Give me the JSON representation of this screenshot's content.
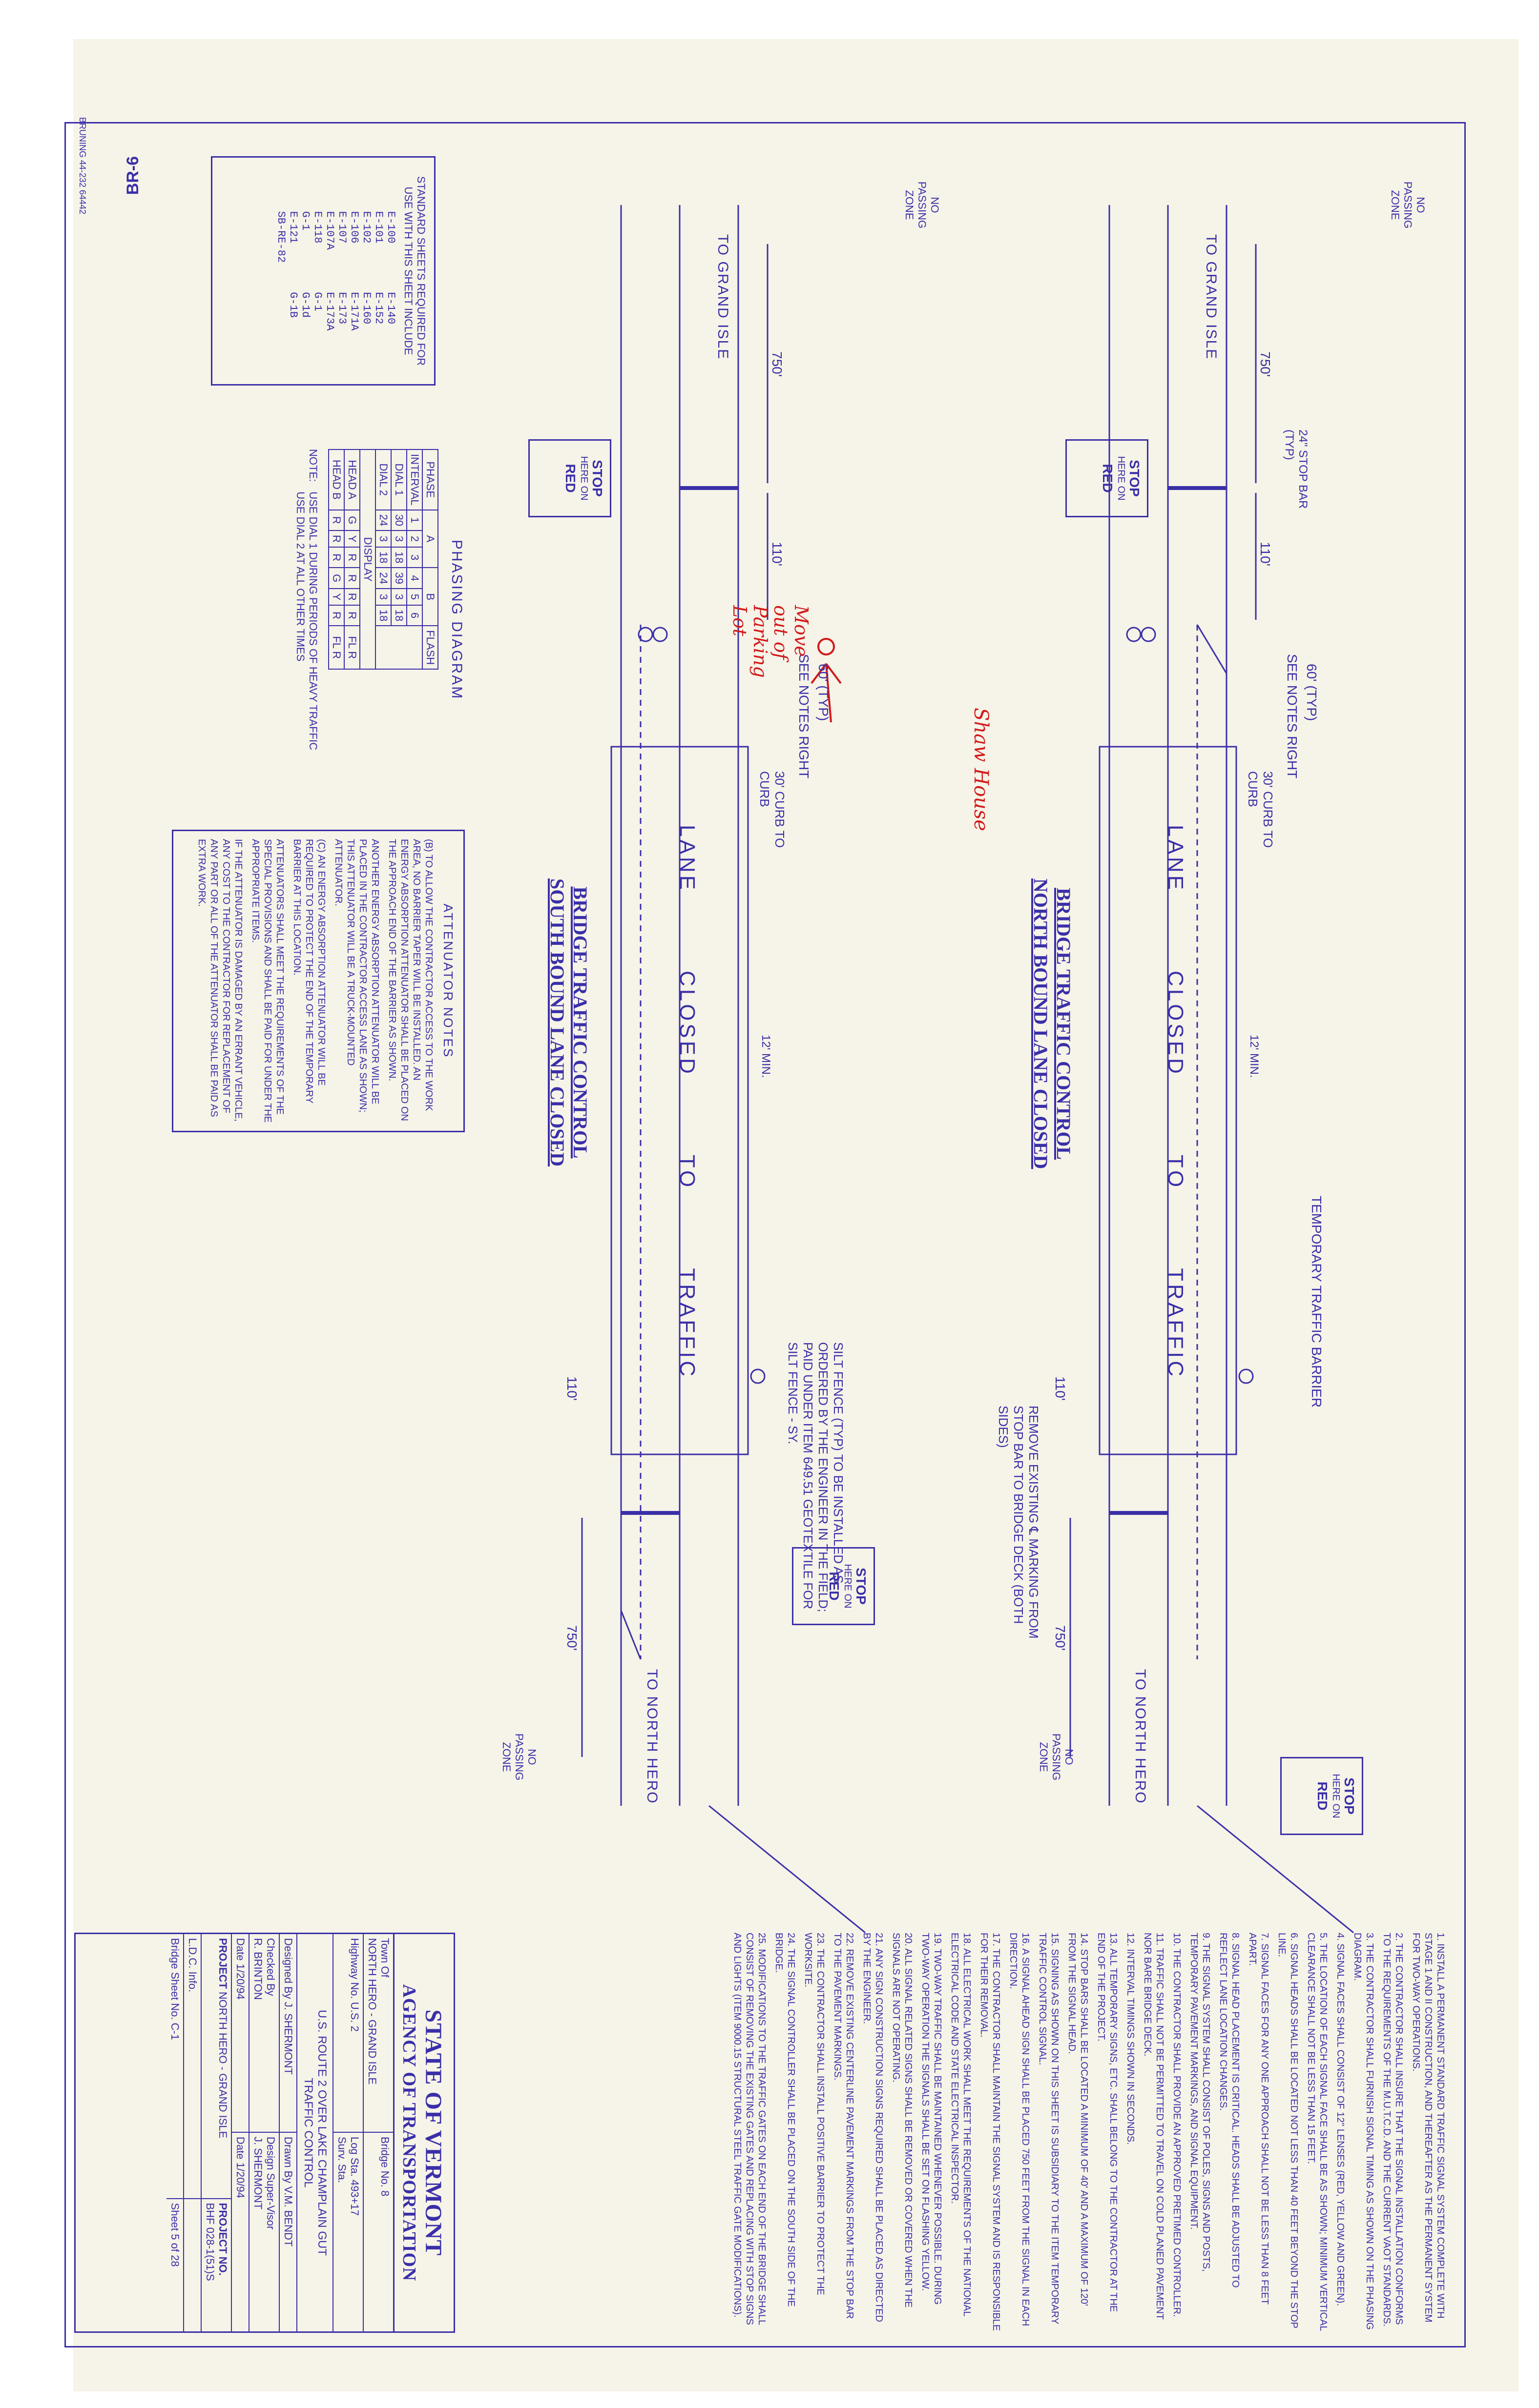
{
  "header": {
    "bruning": "BRUNING 44-232 64442",
    "br_code": "BR-6"
  },
  "north_plan": {
    "title_line1": "BRIDGE TRAFFIC CONTROL",
    "title_line2": "NORTH BOUND LANE CLOSED",
    "to_grand_isle": "TO GRAND ISLE",
    "to_north_hero": "TO NORTH HERO",
    "dim_750_left": "750'",
    "dim_750_right": "750'",
    "dim_110_left": "110'",
    "dim_110_right": "110'",
    "dim_60": "60' (TYP)",
    "see_notes": "SEE NOTES RIGHT",
    "stop_bar": "24\" STOP BAR (TYP)",
    "temp_barrier": "TEMPORARY TRAFFIC BARRIER",
    "curb": "30' CURB TO CURB",
    "min12": "12' MIN.",
    "lane_words": [
      "LANE",
      "CLOSED",
      "TO",
      "TRAFFIC"
    ],
    "remove_marking": "REMOVE EXISTING ℄ MARKING FROM STOP BAR TO BRIDGE DECK (BOTH SIDES)"
  },
  "south_plan": {
    "title_line1": "BRIDGE TRAFFIC CONTROL",
    "title_line2": "SOUTH BOUND LANE CLOSED",
    "to_grand_isle": "TO GRAND ISLE",
    "to_north_hero": "TO NORTH HERO",
    "dim_750_left": "750'",
    "dim_750_right": "750'",
    "dim_110_left": "110'",
    "dim_110_right": "110'",
    "dim_60": "60' (TYP)",
    "see_notes": "SEE NOTES RIGHT",
    "curb": "30' CURB TO CURB",
    "min12": "12' MIN.",
    "lane_words": [
      "LANE",
      "CLOSED",
      "TO",
      "TRAFFIC"
    ],
    "silt_fence": "SILT FENCE (TYP) TO BE INSTALLED AS ORDERED BY THE ENGINEER IN THE FIELD; PAID UNDER ITEM 649.51 GEOTEXTILE FOR SILT FENCE - SY."
  },
  "signs": {
    "stop_here": {
      "line1": "STOP",
      "line2": "HERE ON",
      "line3": "RED"
    },
    "no_passing": {
      "line1": "NO",
      "line2": "PASSING",
      "line3": "ZONE"
    }
  },
  "handwritten": {
    "move": [
      "Move",
      "out of",
      "Parking",
      "Lot"
    ],
    "shaw_house": "Shaw House"
  },
  "standard_sheets": {
    "title_line1": "STANDARD SHEETS REQUIRED FOR",
    "title_line2": "USE WITH THIS SHEET INCLUDE",
    "col1": [
      "E-100",
      "E-101",
      "E-102",
      "E-106",
      "E-107",
      "E-107A",
      "E-118",
      "G-1",
      "E-121",
      "SB-RE-82"
    ],
    "col2": [
      "E-140",
      "E-152",
      "E-160",
      "E-171A",
      "E-173",
      "E-173A",
      "G-1",
      "G-1d",
      "G-1B",
      ""
    ]
  },
  "phasing": {
    "title": "PHASING DIAGRAM",
    "phase_label": "PHASE",
    "phases": [
      "A",
      "B",
      "FLASH"
    ],
    "interval_label": "INTERVAL",
    "intervals": [
      "1",
      "2",
      "3",
      "4",
      "5",
      "6"
    ],
    "dial1_label": "DIAL 1",
    "dial1": [
      "30",
      "3",
      "18",
      "39",
      "3",
      "18"
    ],
    "dial2_label": "DIAL 2",
    "dial2": [
      "24",
      "3",
      "18",
      "24",
      "3",
      "18"
    ],
    "display_label": "DISPLAY",
    "headA_label": "HEAD A",
    "headA": [
      "G",
      "Y",
      "R",
      "R",
      "R",
      "R",
      "FL R"
    ],
    "headB_label": "HEAD B",
    "headB": [
      "R",
      "R",
      "R",
      "G",
      "Y",
      "R",
      "FL R"
    ],
    "note_label": "NOTE:",
    "note1": "USE DIAL 1 DURING PERIODS OF HEAVY TRAFFIC",
    "note2": "USE DIAL 2 AT ALL OTHER TIMES"
  },
  "attenuator": {
    "title": "ATTENUATOR NOTES",
    "notes": [
      "(B) TO ALLOW THE CONTRACTOR ACCESS TO THE WORK AREA, NO BARRIER TAPER WILL BE INSTALLED. AN ENERGY ABSORPTION ATTENUATOR SHALL BE PLACED ON THE APPROACH END OF THE BARRIER AS SHOWN.",
      "ANOTHER ENERGY ABSORPTION ATTENUATOR WILL BE PLACED IN THE CONTRACTOR ACCESS LANE AS SHOWN; THIS ATTENUATOR WILL BE A TRUCK-MOUNTED ATTENUATOR.",
      "(C) AN ENERGY ABSORPTION ATTENUATOR WILL BE REQUIRED TO PROTECT THE END OF THE TEMPORARY BARRIER AT THIS LOCATION.",
      "ATTENUATORS SHALL MEET THE REQUIREMENTS OF THE SPECIAL PROVISIONS AND SHALL BE PAID FOR UNDER THE APPROPRIATE ITEMS.",
      "IF THE ATTENUATOR IS DAMAGED BY AN ERRANT VEHICLE, ANY COST TO THE CONTRACTOR FOR REPLACEMENT OF ANY PART OR ALL OF THE ATTENUATOR SHALL BE PAID AS EXTRA WORK."
    ]
  },
  "notes": [
    "1. INSTALL A PERMANENT STANDARD TRAFFIC SIGNAL SYSTEM COMPLETE WITH STAGE 1 AND II CONSTRUCTION, AND THEREAFTER AS THE PERMANENT SYSTEM FOR TWO-WAY OPERATIONS.",
    "2. THE CONTRACTOR SHALL INSURE THAT THE SIGNAL INSTALLATION CONFORMS TO THE REQUIREMENTS OF THE M.U.T.C.D. AND THE CURRENT VAOT STANDARDS.",
    "3. THE CONTRACTOR SHALL FURNISH SIGNAL TIMING AS SHOWN ON THE PHASING DIAGRAM.",
    "4. SIGNAL FACES SHALL CONSIST OF 12\" LENSES (RED, YELLOW AND GREEN).",
    "5. THE LOCATION OF EACH SIGNAL FACE SHALL BE AS SHOWN; MINIMUM VERTICAL CLEARANCE SHALL NOT BE LESS THAN 15 FEET.",
    "6. SIGNAL HEADS SHALL BE LOCATED NOT LESS THAN 40 FEET BEYOND THE STOP LINE.",
    "7. SIGNAL FACES FOR ANY ONE APPROACH SHALL NOT BE LESS THAN 8 FEET APART.",
    "8. SIGNAL HEAD PLACEMENT IS CRITICAL. HEADS SHALL BE ADJUSTED TO REFLECT LANE LOCATION CHANGES.",
    "9. THE SIGNAL SYSTEM SHALL CONSIST OF POLES, SIGNS AND POSTS, TEMPORARY PAVEMENT MARKINGS, AND SIGNAL EQUIPMENT.",
    "10. THE CONTRACTOR SHALL PROVIDE AN APPROVED PRETIMED CONTROLLER.",
    "11. TRAFFIC SHALL NOT BE PERMITTED TO TRAVEL ON COLD PLANED PAVEMENT NOR BARE BRIDGE DECK.",
    "12. INTERVAL TIMINGS SHOWN IN SECONDS.",
    "13. ALL TEMPORARY SIGNS, ETC. SHALL BELONG TO THE CONTRACTOR AT THE END OF THE PROJECT.",
    "14. STOP BARS SHALL BE LOCATED A MINIMUM OF 40' AND A MAXIMUM OF 120' FROM THE SIGNAL HEAD.",
    "15. SIGNING AS SHOWN ON THIS SHEET IS SUBSIDIARY TO THE ITEM TEMPORARY TRAFFIC CONTROL SIGNAL.",
    "16. A SIGNAL AHEAD SIGN SHALL BE PLACED 750 FEET FROM THE SIGNAL IN EACH DIRECTION.",
    "17. THE CONTRACTOR SHALL MAINTAIN THE SIGNAL SYSTEM AND IS RESPONSIBLE FOR THEIR REMOVAL.",
    "18. ALL ELECTRICAL WORK SHALL MEET THE REQUIREMENTS OF THE NATIONAL ELECTRICAL CODE AND STATE ELECTRICAL INSPECTOR.",
    "19. TWO-WAY TRAFFIC SHALL BE MAINTAINED WHENEVER POSSIBLE. DURING TWO-WAY OPERATION THE SIGNALS SHALL BE SET ON FLASHING YELLOW.",
    "20. ALL SIGNAL RELATED SIGNS SHALL BE REMOVED OR COVERED WHEN THE SIGNALS ARE NOT OPERATING.",
    "21. ANY SIGN CONSTRUCTION SIGNS REQUIRED SHALL BE PLACED AS DIRECTED BY THE ENGINEER.",
    "22. REMOVE EXISTING CENTERLINE PAVEMENT MARKINGS FROM THE STOP BAR TO THE PAVEMENT MARKINGS.",
    "23. THE CONTRACTOR SHALL INSTALL POSITIVE BARRIER TO PROTECT THE WORKSITE.",
    "24. THE SIGNAL CONTROLLER SHALL BE PLACED ON THE SOUTH SIDE OF THE BRIDGE.",
    "25. MODIFICATIONS TO THE TRAFFIC GATES ON EACH END OF THE BRIDGE SHALL CONSIST OF REMOVING THE EXISTING GATES AND REPLACING WITH STOP SIGNS AND LIGHTS (ITEM 9000.15 STRUCTURAL STEEL TRAFFIC GATE MODIFICATIONS)."
  ],
  "title_block": {
    "state": "STATE OF VERMONT",
    "agency": "AGENCY OF TRANSPORTATION",
    "town_label": "Town Of",
    "town": "NORTH HERO - GRAND ISLE",
    "bridge_no_label": "Bridge No.",
    "bridge_no": "8",
    "highway_label": "Highway No.",
    "highway": "U.S. 2",
    "log_sta_label": "Log Sta.",
    "log_sta": "493+17",
    "survey_label": "Surv. Sta.",
    "survey": "",
    "route": "U.S. ROUTE 2 OVER LAKE CHAMPLAIN GUT",
    "sheet_title": "TRAFFIC CONTROL",
    "designed_label": "Designed By",
    "designed": "J. SHERMONT",
    "drawn_label": "Drawn By",
    "drawn": "V.M. BENDT",
    "checked_label": "Checked By",
    "checked": "R. BRINTON",
    "design_super_label": "Design Super-Visor",
    "design_super": "",
    "date_label": "Date",
    "date1": "1/20/94",
    "drawn_by2": "J. SHERMONT",
    "date2": "1/20/94",
    "project_label": "PROJECT",
    "project": "NORTH HERO - GRAND ISLE",
    "project_no_label": "PROJECT NO.",
    "project_no": "BHF 028-1(51)S",
    "ldc_label": "L.D.C. Info.",
    "bridge_sheet_label": "Bridge Sheet No.",
    "bridge_sheet": "C-1",
    "sheet_label": "Sheet",
    "sheet_num": "5",
    "of_label": "of",
    "sheet_total": "28"
  }
}
